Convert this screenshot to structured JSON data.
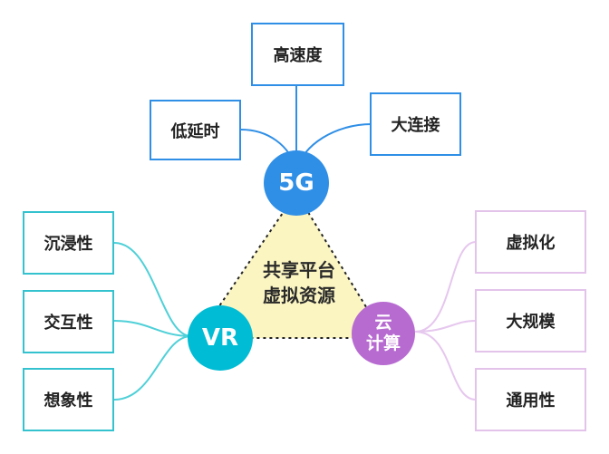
{
  "center": {
    "line1": "共享平台",
    "line2": "虚拟资源"
  },
  "hubs": {
    "fiveg": {
      "label": "5G",
      "color": "#2f8fe6"
    },
    "vr": {
      "label": "VR",
      "color": "#00bcd4"
    },
    "cloud": {
      "line1": "云",
      "line2": "计算",
      "color": "#b76bd1"
    }
  },
  "branches": {
    "fiveg": [
      "低延时",
      "高速度",
      "大连接"
    ],
    "vr": [
      "沉浸性",
      "交互性",
      "想象性"
    ],
    "cloud": [
      "虚拟化",
      "大规模",
      "通用性"
    ]
  },
  "colors": {
    "triangle_fill": "#fbf5c2",
    "fiveg_line": "#2f8fe6",
    "vr_line": "#4fd0d8",
    "cloud_line": "#e6c7ee"
  }
}
